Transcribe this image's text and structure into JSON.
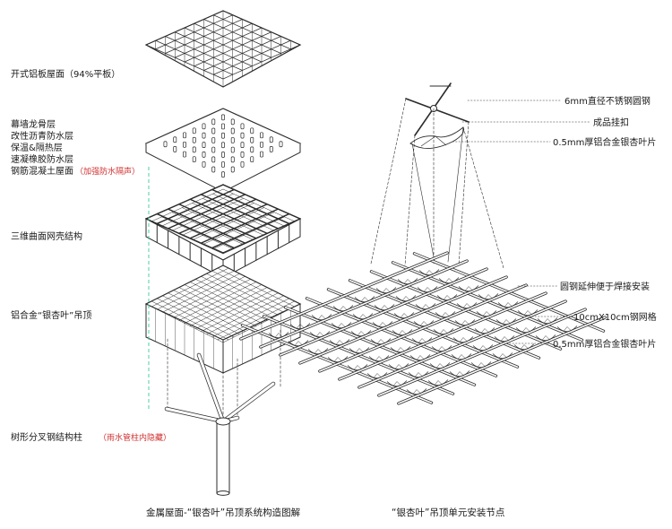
{
  "left_diagram": {
    "labels": [
      {
        "text": "开式铝板屋面（94%平板）"
      },
      {
        "text": "幕墙龙骨层"
      },
      {
        "text": "改性沥青防水层"
      },
      {
        "text": "保温&隔热层"
      },
      {
        "text": "速凝橡胶防水层"
      },
      {
        "text": "钢筋混凝土屋面"
      },
      {
        "text": "（加强防水隔声）",
        "color": "#d03030"
      },
      {
        "text": "三维曲面网壳结构"
      },
      {
        "text": "铝合金“银杏叶”吊顶"
      },
      {
        "text": "树形分叉钢结构柱"
      },
      {
        "text": "（雨水管柱内隐藏）",
        "color": "#d03030"
      }
    ],
    "caption": "金属屋面-“银杏叶”吊顶系统构造图解"
  },
  "right_diagram": {
    "labels": [
      {
        "text": "6mm直径不锈钢圆钢"
      },
      {
        "text": "成品挂扣"
      },
      {
        "text": "0.5mm厚铝合金银杏叶片"
      },
      {
        "text": "圆钢延伸便于焊接安装"
      },
      {
        "text": "10cmX10cm钢网格"
      },
      {
        "text": "0.5mm厚铝合金银杏叶片"
      }
    ],
    "caption": "“银杏叶”吊顶单元安装节点"
  },
  "colors": {
    "line": "#2b2b2b",
    "accent_dashed": "#3cc8a0",
    "note_red": "#d03030"
  }
}
